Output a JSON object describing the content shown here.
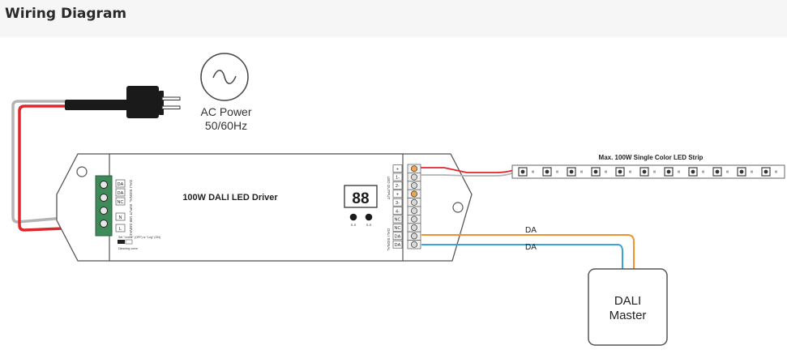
{
  "page": {
    "title": "Wiring Diagram"
  },
  "ac_source": {
    "label_line1": "AC Power",
    "label_line2": "50/60Hz"
  },
  "driver": {
    "name": "100W DALI LED Driver",
    "display_digits": "88",
    "button_left_label": "S-S",
    "button_right_label": "S-S",
    "left_block_labels": [
      "DA",
      "DA",
      "NC",
      "N",
      "L"
    ],
    "dali_signal_vertical": "DALI SIGNAL",
    "input_vertical": "INPUT 100-240VAC",
    "switch_caption_1": "Set \"Linear\" (OFF) or \"Log\" (ON)",
    "switch_caption_2": "Dimming curve",
    "right_terminal_labels": [
      "+",
      "1-",
      "2-",
      "+",
      "3-",
      "4-",
      "NC",
      "NC",
      "DA",
      "DA"
    ],
    "led_output_vertical": "LED OUTPUT",
    "dali_signal_vertical_right": "DALI SIGNAL"
  },
  "led_strip": {
    "label": "Max. 100W Single Color LED Strip",
    "led_count": 11
  },
  "wires": {
    "da_top_label": "DA",
    "da_bottom_label": "DA"
  },
  "dali_master": {
    "line1": "DALI",
    "line2": "Master"
  },
  "colors": {
    "wire_red": "#e0262b",
    "wire_orange": "#f0922e",
    "wire_blue": "#3aa4d8",
    "wire_gray": "#b4b4b4",
    "terminal_green": "#3f8a59",
    "terminal_orange": "#f2a54a",
    "outline": "#555555"
  }
}
